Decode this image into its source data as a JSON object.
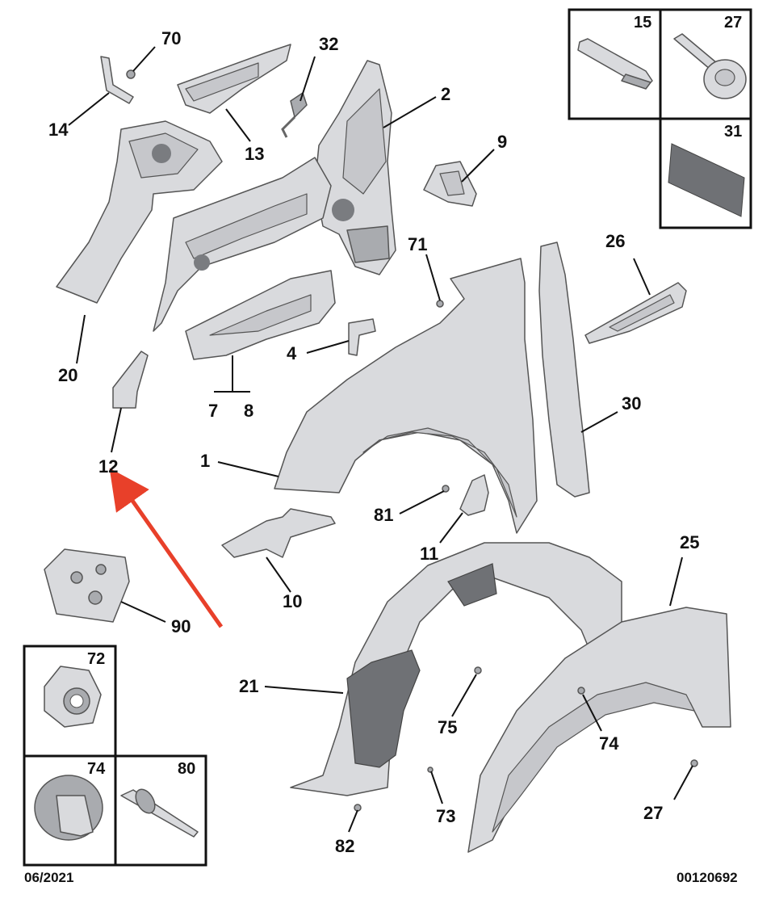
{
  "callouts": {
    "c1": "1",
    "c2": "2",
    "c4": "4",
    "c7": "7",
    "c8": "8",
    "c9": "9",
    "c10": "10",
    "c11": "11",
    "c12": "12",
    "c13": "13",
    "c14": "14",
    "c20": "20",
    "c21": "21",
    "c25": "25",
    "c26": "26",
    "c27": "27",
    "c30": "30",
    "c32": "32",
    "c70": "70",
    "c71": "71",
    "c73": "73",
    "c74": "74",
    "c75": "75",
    "c81": "81",
    "c82": "82",
    "c90": "90"
  },
  "inset_boxes": {
    "b15": "15",
    "b27": "27",
    "b31": "31",
    "b72": "72",
    "b74": "74",
    "b80": "80"
  },
  "footer": {
    "date": "06/2021",
    "reference": "00120692"
  },
  "colors": {
    "part_fill": "#d9dadd",
    "part_outline": "#555555",
    "highlight_arrow": "#e8402a",
    "text": "#111111"
  }
}
